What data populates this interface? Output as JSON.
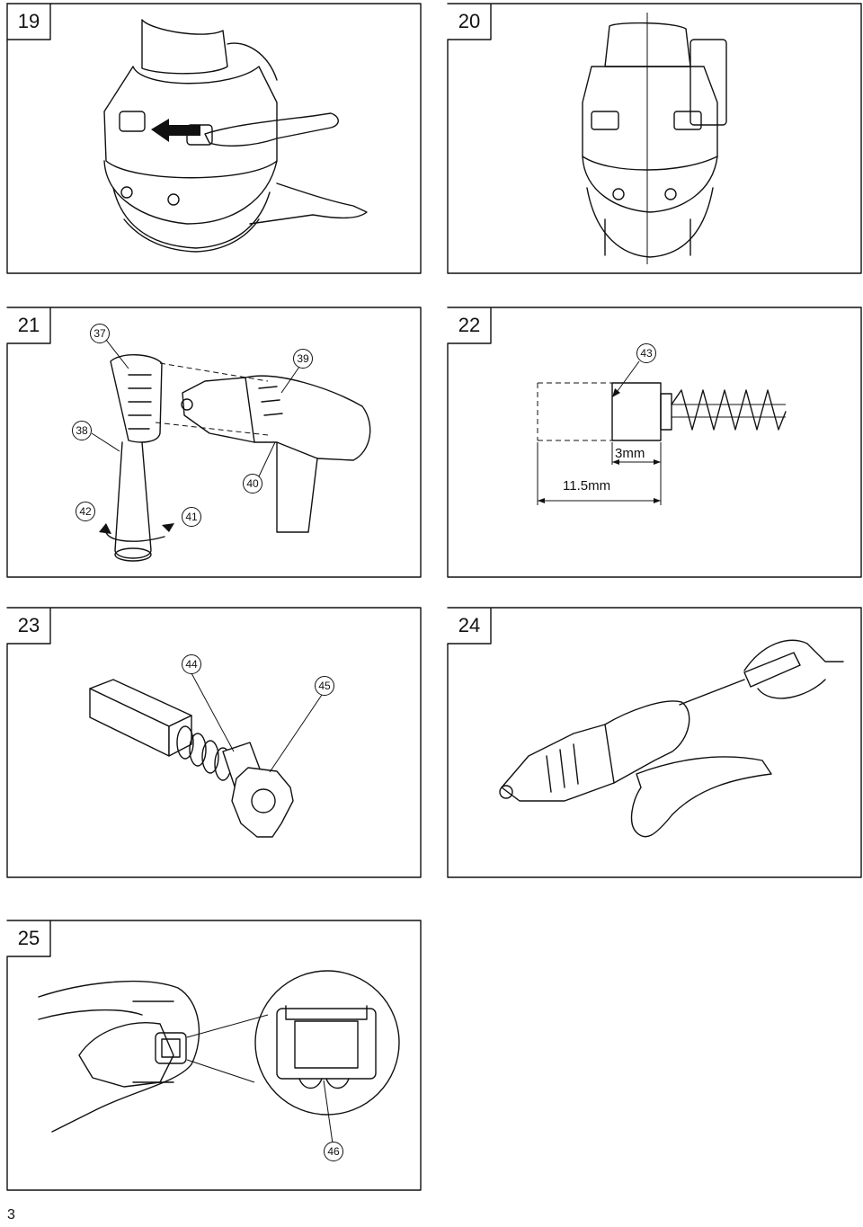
{
  "figures": [
    {
      "id": "fig19",
      "number": "19"
    },
    {
      "id": "fig20",
      "number": "20"
    },
    {
      "id": "fig21",
      "number": "21",
      "callouts": [
        "37",
        "38",
        "39",
        "40",
        "41",
        "42"
      ]
    },
    {
      "id": "fig22",
      "number": "22",
      "callouts": [
        "43"
      ],
      "dimensions": [
        "3mm",
        "11.5mm"
      ]
    },
    {
      "id": "fig23",
      "number": "23",
      "callouts": [
        "44",
        "45"
      ]
    },
    {
      "id": "fig24",
      "number": "24"
    },
    {
      "id": "fig25",
      "number": "25",
      "callouts": [
        "46"
      ]
    }
  ],
  "page_number": "3"
}
